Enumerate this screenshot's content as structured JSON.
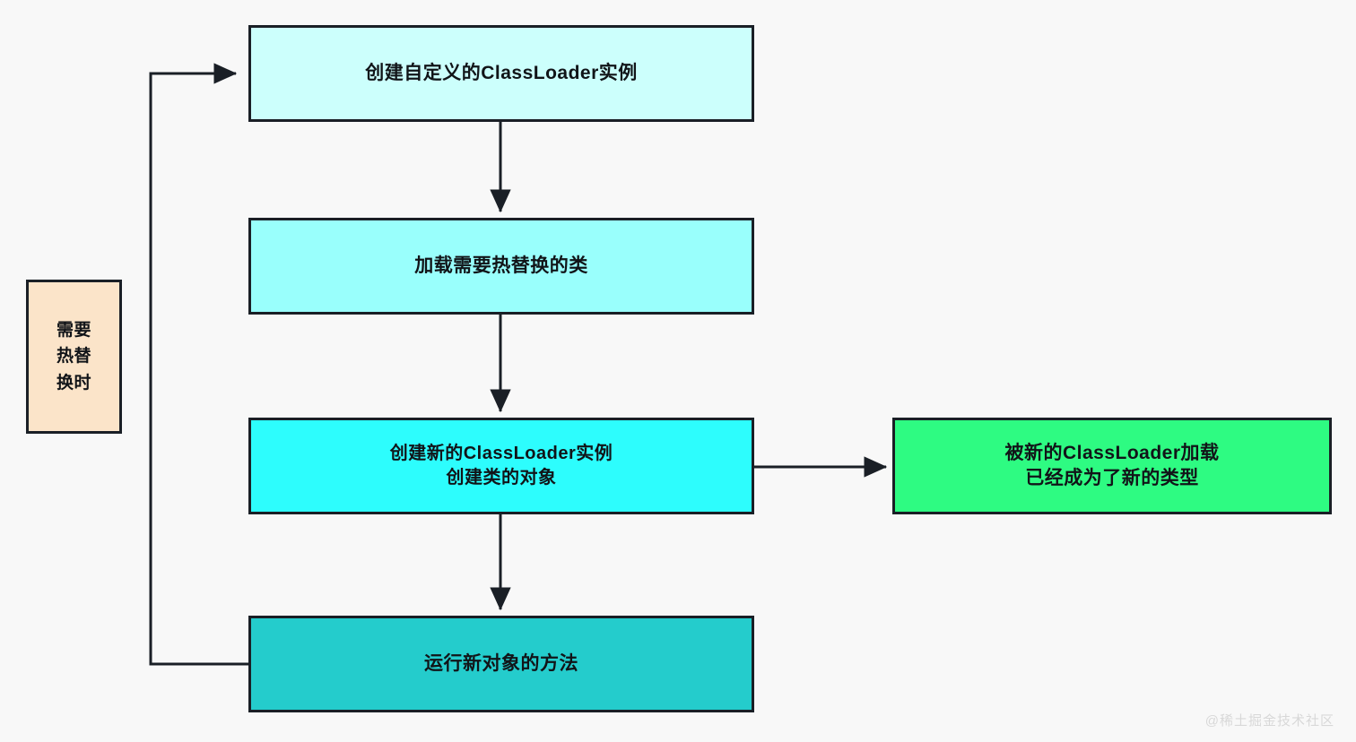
{
  "diagram": {
    "background_color": "#f8f8f8",
    "stroke_color": "#1a1f26",
    "nodes": {
      "hot_swap_label": {
        "text": "需要\n热替\n换时",
        "fill": "#fbe4c9"
      },
      "create_loader": {
        "text": "创建自定义的ClassLoader实例",
        "fill": "#ccfffc"
      },
      "load_class": {
        "text": "加载需要热替换的类",
        "fill": "#99fffc"
      },
      "new_instance": {
        "text": "创建新的ClassLoader实例\n创建类的对象",
        "fill": "#2dfdfd"
      },
      "run_method": {
        "text": "运行新对象的方法",
        "fill": "#24cccc"
      },
      "new_type": {
        "text": "被新的ClassLoader加载\n已经成为了新的类型",
        "fill": "#2efb82"
      }
    },
    "edges": [
      {
        "name": "create-loader-to-load-class",
        "from": "create_loader",
        "to": "load_class",
        "arrow": true
      },
      {
        "name": "load-class-to-new-instance",
        "from": "load_class",
        "to": "new_instance",
        "arrow": true
      },
      {
        "name": "new-instance-to-run-method",
        "from": "new_instance",
        "to": "run_method",
        "arrow": true
      },
      {
        "name": "new-instance-to-new-type",
        "from": "new_instance",
        "to": "new_type",
        "arrow": true
      },
      {
        "name": "run-method-loopback-to-create-loader",
        "from": "run_method",
        "to": "create_loader",
        "arrow": true
      }
    ],
    "watermark": "@稀土掘金技术社区"
  }
}
